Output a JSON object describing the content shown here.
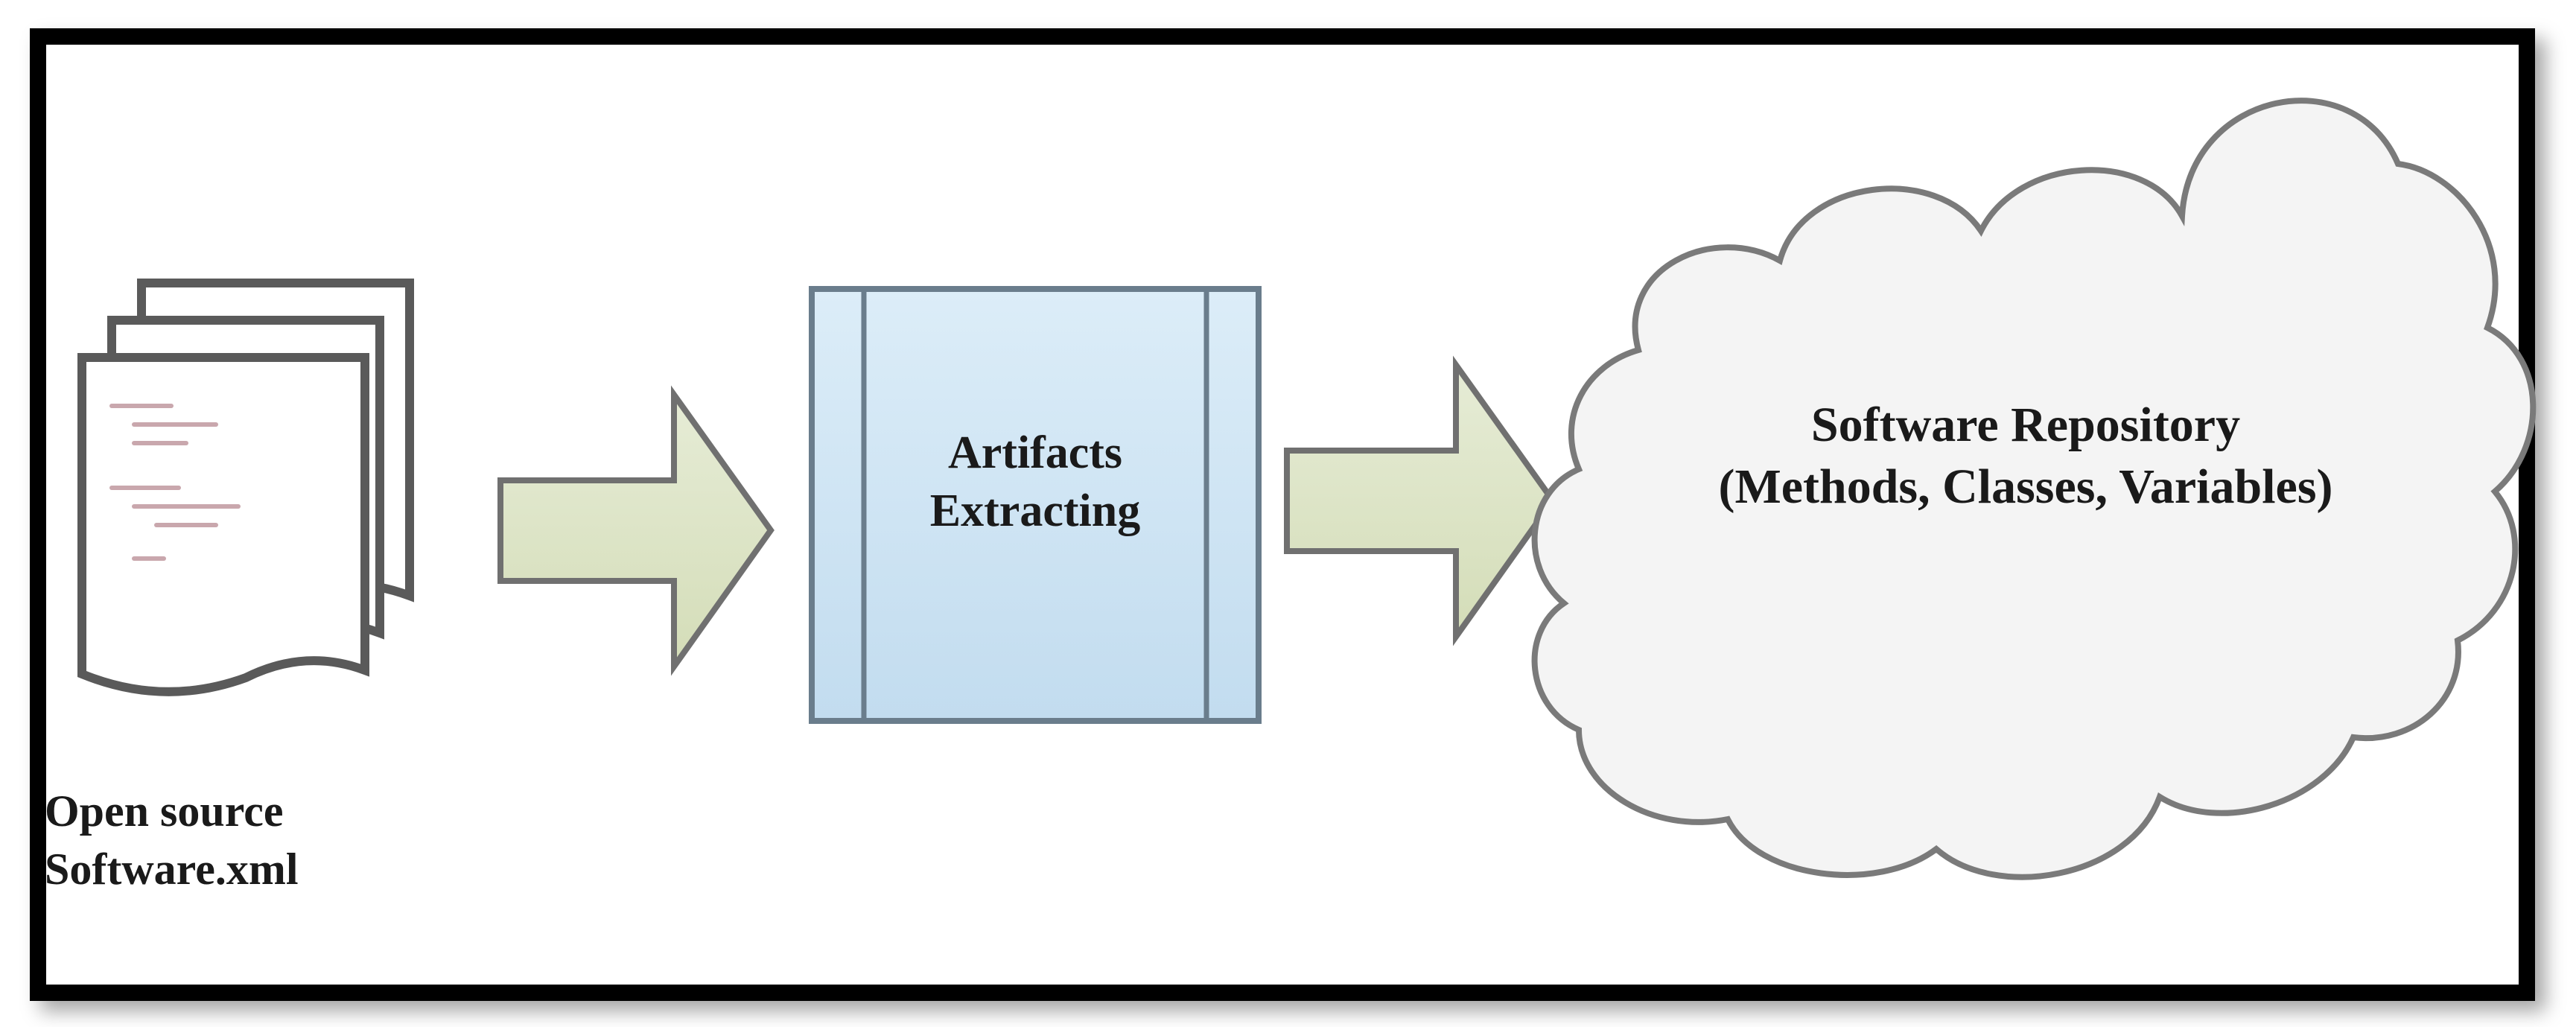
{
  "nodes": {
    "source": {
      "line1": "Open source",
      "line2": "Software.xml",
      "icon": "document-stack-icon"
    },
    "process": {
      "line1": "Artifacts",
      "line2": "Extracting",
      "fill": "#cfe6f5"
    },
    "repository": {
      "line1": "Software Repository",
      "line2": "(Methods, Classes, Variables)",
      "icon": "cloud-icon"
    }
  },
  "arrows": {
    "fill": "#dfe6cc",
    "icon": "arrow-right-icon"
  }
}
